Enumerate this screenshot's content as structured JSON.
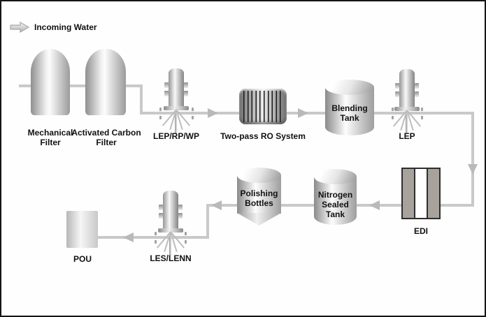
{
  "legend": {
    "incoming_water_label": "Incoming Water"
  },
  "labels": {
    "mechanical_filter": "Mechanical Filter",
    "activated_carbon_filter": "Activated Carbon Filter",
    "lep_rp_wp": "LEP/RP/WP",
    "two_pass_ro_system": "Two-pass RO System",
    "blending_tank": "Blending Tank",
    "lep": "LEP",
    "edi": "EDI",
    "nitrogen_sealed_tank": "Nitrogen Sealed Tank",
    "polishing_bottles": "Polishing Bottles",
    "les_lenn": "LES/LENN",
    "pou": "POU"
  },
  "flow_sequence": [
    "Incoming Water",
    "Mechanical Filter",
    "Activated Carbon Filter",
    "LEP/RP/WP",
    "Two-pass RO System",
    "Blending Tank",
    "LEP",
    "EDI",
    "Nitrogen Sealed Tank",
    "Polishing Bottles",
    "LES/LENN",
    "POU"
  ],
  "colors": {
    "pipe": "#c9c9c9",
    "arrow": "#b9b9b9",
    "edi_fill": "#a7a29c",
    "text": "#111111",
    "frame_border": "#141414",
    "background": "#fefefe"
  }
}
